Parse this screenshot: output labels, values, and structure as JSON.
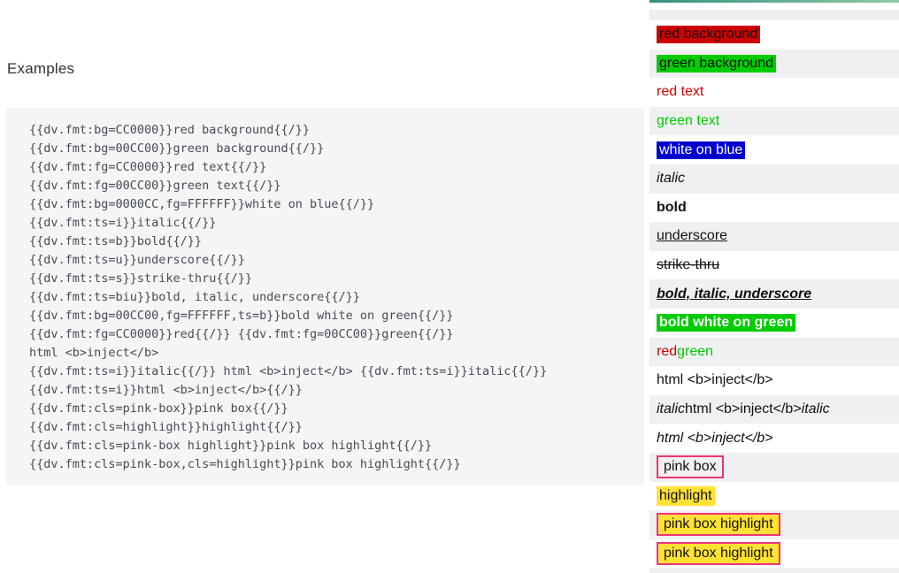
{
  "page": {
    "heading": "Examples"
  },
  "code_block": {
    "lines": [
      "{{dv.fmt:bg=CC0000}}red background{{/}}",
      "{{dv.fmt:bg=00CC00}}green background{{/}}",
      "{{dv.fmt:fg=CC0000}}red text{{/}}",
      "{{dv.fmt:fg=00CC00}}green text{{/}}",
      "{{dv.fmt:bg=0000CC,fg=FFFFFF}}white on blue{{/}}",
      "{{dv.fmt:ts=i}}italic{{/}}",
      "{{dv.fmt:ts=b}}bold{{/}}",
      "{{dv.fmt:ts=u}}underscore{{/}}",
      "{{dv.fmt:ts=s}}strike-thru{{/}}",
      "{{dv.fmt:ts=biu}}bold, italic, underscore{{/}}",
      "{{dv.fmt:bg=00CC00,fg=FFFFFF,ts=b}}bold white on green{{/}}",
      "{{dv.fmt:fg=CC0000}}red{{/}} {{dv.fmt:fg=00CC00}}green{{/}}",
      "html <b>inject</b>",
      "{{dv.fmt:ts=i}}italic{{/}} html <b>inject</b> {{dv.fmt:ts=i}}italic{{/}}",
      "{{dv.fmt:ts=i}}html <b>inject</b>{{/}}",
      "{{dv.fmt:cls=pink-box}}pink box{{/}}",
      "{{dv.fmt:cls=highlight}}highlight{{/}}",
      "{{dv.fmt:cls=pink-box highlight}}pink box highlight{{/}}",
      "{{dv.fmt:cls=pink-box,cls=highlight}}pink box highlight{{/}}"
    ]
  },
  "results_table": {
    "rows": [
      {
        "segments": [
          {
            "text": "red background",
            "classes": [
              "bg-red"
            ]
          }
        ]
      },
      {
        "segments": [
          {
            "text": "green background",
            "classes": [
              "bg-green"
            ]
          }
        ]
      },
      {
        "segments": [
          {
            "text": "red text",
            "classes": [
              "fg-red"
            ]
          }
        ]
      },
      {
        "segments": [
          {
            "text": "green text",
            "classes": [
              "fg-green"
            ]
          }
        ]
      },
      {
        "segments": [
          {
            "text": "white on blue",
            "classes": [
              "bg-blue",
              "white-text"
            ]
          }
        ]
      },
      {
        "segments": [
          {
            "text": "italic",
            "classes": [
              "italic"
            ]
          }
        ]
      },
      {
        "segments": [
          {
            "text": "bold",
            "classes": [
              "bold"
            ]
          }
        ]
      },
      {
        "segments": [
          {
            "text": "underscore",
            "classes": [
              "underline"
            ]
          }
        ]
      },
      {
        "segments": [
          {
            "text": "strike-thru",
            "classes": [
              "strike"
            ]
          }
        ]
      },
      {
        "segments": [
          {
            "text": "bold, italic, underscore",
            "classes": [
              "bold",
              "italic",
              "underline"
            ]
          }
        ]
      },
      {
        "segments": [
          {
            "text": "bold white on green",
            "classes": [
              "bg-green",
              "bold",
              "white-text"
            ]
          }
        ]
      },
      {
        "segments": [
          {
            "text": "red",
            "classes": [
              "fg-red"
            ]
          },
          {
            "text": " ",
            "classes": []
          },
          {
            "text": "green",
            "classes": [
              "fg-green"
            ]
          }
        ]
      },
      {
        "segments": [
          {
            "text": "html <b>inject</b>",
            "classes": []
          }
        ]
      },
      {
        "segments": [
          {
            "text": "italic",
            "classes": [
              "italic"
            ]
          },
          {
            "text": " html <b>inject</b> ",
            "classes": []
          },
          {
            "text": "italic",
            "classes": [
              "italic"
            ]
          }
        ]
      },
      {
        "segments": [
          {
            "text": "html <b>inject</b>",
            "classes": [
              "italic"
            ]
          }
        ]
      },
      {
        "segments": [
          {
            "text": "pink box",
            "classes": [
              "pink-box"
            ]
          }
        ]
      },
      {
        "segments": [
          {
            "text": "highlight",
            "classes": [
              "highlight"
            ]
          }
        ]
      },
      {
        "segments": [
          {
            "text": "pink box highlight",
            "classes": [
              "pink-box",
              "highlight"
            ]
          }
        ]
      },
      {
        "segments": [
          {
            "text": "pink box highlight",
            "classes": [
              "pink-box",
              "highlight"
            ]
          }
        ]
      }
    ]
  },
  "colors": {
    "red": "#CC0000",
    "green": "#00CC00",
    "blue": "#0000CC",
    "pink": "#EE3377",
    "yellow": "#FFE135",
    "stripe": "#F0F0F2",
    "code_bg": "#F5F5F6",
    "code_fg": "#454C56",
    "teal_from": "#34917D",
    "teal_to": "#8FCAA3"
  }
}
